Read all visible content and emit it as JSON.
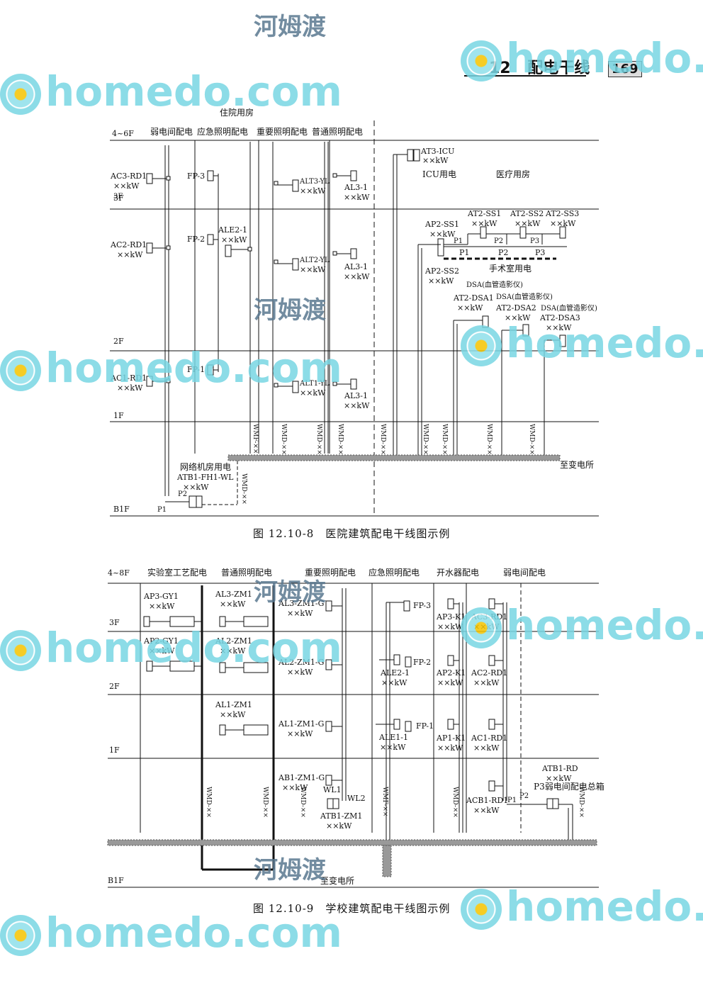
{
  "header": {
    "chapter": "12",
    "title": "配电干线",
    "page": "169"
  },
  "watermark": {
    "brand": "homedo.com",
    "cn": "河姆渡"
  },
  "fig1": {
    "caption": "图 12.10-8　医院建筑配电干线图示例",
    "col_top": "住院用房",
    "cols": [
      "弱电间配电",
      "应急照明配电",
      "重要照明配电",
      "普通照明配电"
    ],
    "floors": [
      "4~6F",
      "3F",
      "2F",
      "1F",
      "B1F"
    ],
    "boxes": {
      "ac3": "AC3-RD1",
      "ac2": "AC2-RD1",
      "ac1": "AC1-RD1",
      "fp3": "FP-3",
      "fp2": "FP-2",
      "fp1": "FP-1",
      "ale2": "ALE2-1",
      "alt3": "ALT3-YL",
      "alt2": "ALT2-YL",
      "alt1": "ALT1-YL",
      "al3a": "AL3-1",
      "al3b": "AL3-1",
      "al3c": "AL3-1",
      "at3": "AT3-ICU",
      "icu": "ICU用电",
      "med": "医疗用房",
      "ap2ss1": "AP2-SS1",
      "ap2ss2": "AP2-SS2",
      "at2ss1": "AT2-SS1",
      "at2ss2": "AT2-SS2",
      "at2ss3": "AT2-SS3",
      "surgery": "手术室用电",
      "dsa_note": "DSA(血管造影仪)",
      "dsa1": "AT2-DSA1",
      "dsa2": "AT2-DSA2",
      "dsa3": "AT2-DSA3",
      "net": "网络机房用电",
      "atb1": "ATB1-FH1-WL",
      "substation": "至变电所",
      "p1": "P1",
      "p2": "P2",
      "p3": "P3"
    },
    "kw": "××kW",
    "cables": [
      "WMF-××",
      "WMD-××",
      "WMD-××",
      "WMD-××",
      "WMD-××",
      "WMD-××",
      "WMD-××",
      "WMD-××",
      "WMD-××",
      "WMD-××"
    ]
  },
  "fig2": {
    "caption": "图 12.10-9　学校建筑配电干线图示例",
    "cols": [
      "实验室工艺配电",
      "普通照明配电",
      "重要照明配电",
      "应急照明配电",
      "开水器配电",
      "弱电间配电"
    ],
    "floors": [
      "4~8F",
      "3F",
      "2F",
      "1F",
      "B1F"
    ],
    "boxes": {
      "ap3gy1": "AP3-GY1",
      "ap2gy1": "AP2-GY1",
      "al3zm1": "AL3-ZM1",
      "al2zm1": "AL2-ZM1",
      "al1zm1": "AL1-ZM1",
      "al3g": "AL3-ZM1-G",
      "al2g": "AL2-ZM1-G",
      "al1g": "AL1-ZM1-G",
      "ab1g": "AB1-ZM1-G",
      "atb1zm1": "ATB1-ZM1",
      "fp3": "FP-3",
      "fp2": "FP-2",
      "fp1": "FP-1",
      "ale2": "ALE2-1",
      "ale1": "ALE1-1",
      "ap3k1": "AP3-K1",
      "ap2k1": "AP2-K1",
      "ap1k1": "AP1-K1",
      "ac3": "AC3-RD1",
      "ac2": "AC2-RD1",
      "ac1": "AC1-RD1",
      "acb1": "ACB1-RD1",
      "atb1rd": "ATB1-RD",
      "p3note": "P3弱电间配电总箱",
      "wl1": "WL1",
      "wl2": "WL2",
      "substation": "至变电所",
      "p1": "P1",
      "p2": "P2"
    },
    "kw": "××kW",
    "cables": [
      "WMD-××",
      "WMD-××",
      "WMD-××",
      "WMF-××",
      "WMD-××",
      "WMD-××"
    ]
  }
}
